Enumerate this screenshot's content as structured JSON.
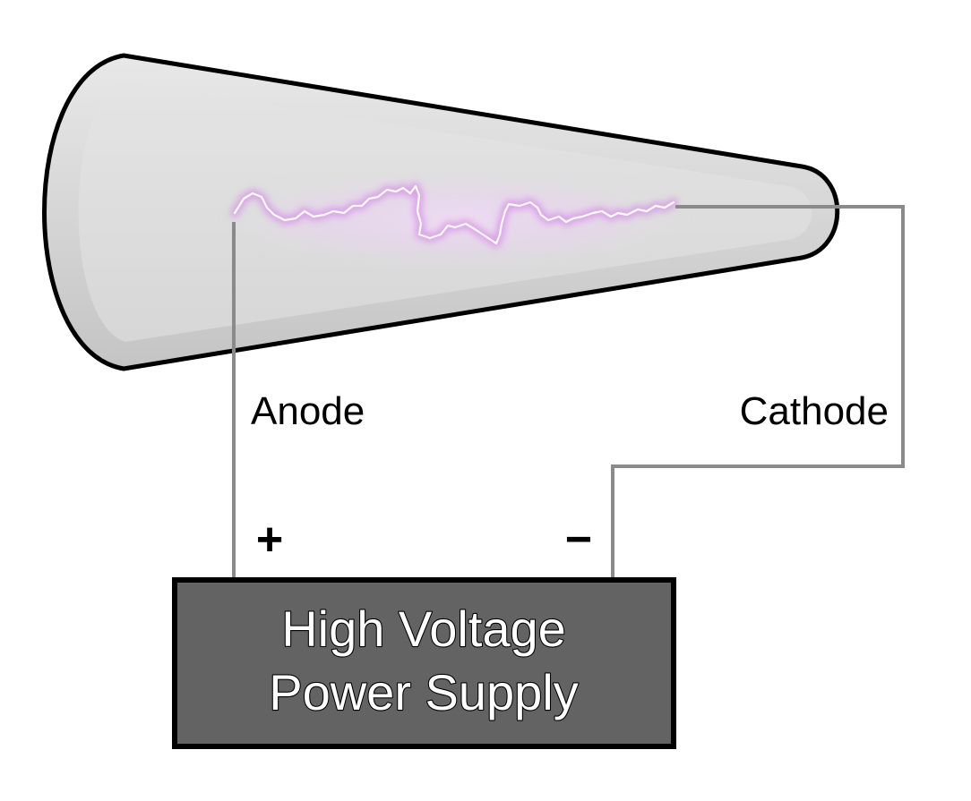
{
  "electrodes": {
    "anode_label": "Anode",
    "cathode_label": "Cathode"
  },
  "terminals": {
    "positive": "+",
    "negative": "−"
  },
  "power_supply": {
    "line1": "High Voltage",
    "line2": "Power Supply"
  },
  "colors": {
    "tube_fill": "#d4d4d4",
    "tube_outline": "#000000",
    "wire": "#8a8a8a",
    "discharge_glow": "#e0a8f0",
    "discharge_core": "#ffffff",
    "power_supply_fill": "#636363"
  }
}
